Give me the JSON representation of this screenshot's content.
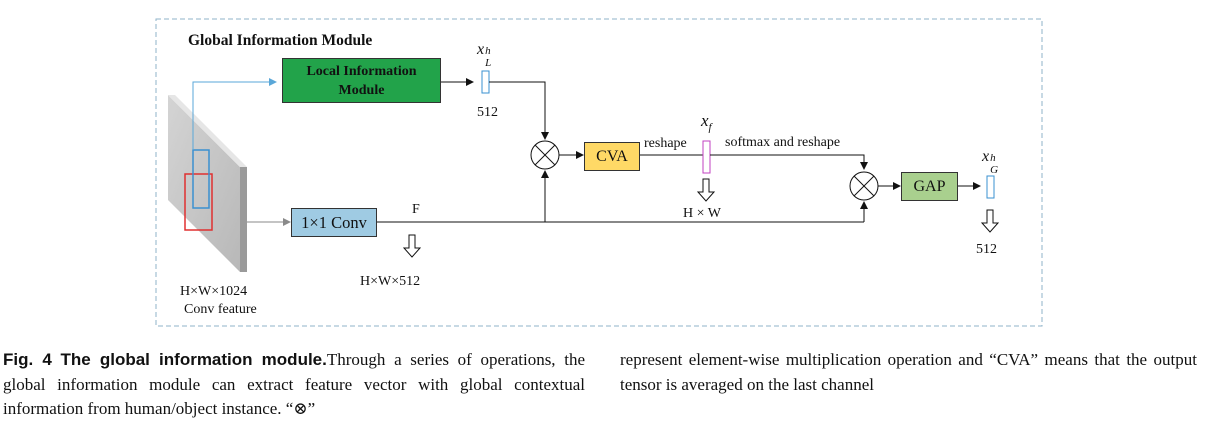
{
  "figure": {
    "title": "Global Information Module",
    "local_module_label": "Local Information Module",
    "conv_label": "1×1 Conv",
    "cva_label": "CVA",
    "gap_label": "GAP",
    "input_dim_label": "H×W×1024",
    "input_name_label": "Conv feature",
    "f_label": "F",
    "conv_out_dim": "H×W×512",
    "reshape_label": "reshape",
    "softmax_label": "softmax and reshape",
    "xf_dim": "H × W",
    "xl_base": "x",
    "xl_sup": "h",
    "xl_sub": "L",
    "xl_dim": "512",
    "xf_base": "x",
    "xf_sub": "f",
    "xg_base": "x",
    "xg_sup": "h",
    "xg_sub": "G",
    "xg_dim": "512",
    "colors": {
      "local_module": "#22a34a",
      "conv": "#9fcbe3",
      "cva": "#ffd966",
      "gap": "#a9d08e",
      "frame": "#8fb3c9",
      "red_box": "#e03030",
      "blue_box": "#3a90d0",
      "pink_vec": "#c040c0"
    }
  },
  "caption": {
    "fig_label": "Fig. 4",
    "fig_title": "The global information module.",
    "left_text": "Through a series of operations, the global information module can extract feature vector with global contextual information from human/object instance. “⊗”",
    "right_text": "represent element-wise multiplication operation and “CVA” means that the output tensor is averaged on the last channel"
  }
}
